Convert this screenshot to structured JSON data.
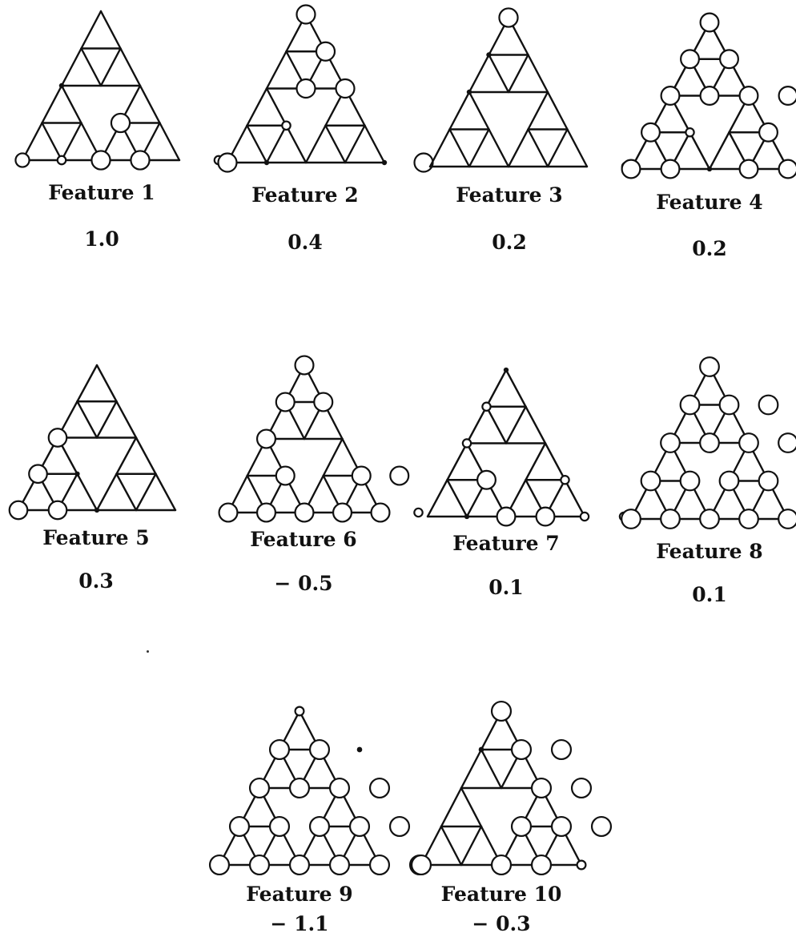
{
  "figure": {
    "features": [
      {
        "label": "Feature 1",
        "value": "1.0",
        "circles": {
          "4.0": "l",
          "4.1": "s",
          "4.2": "L",
          "4.3": "L",
          "4.5": "s",
          "3.2": "L",
          "2.0": "d"
        }
      },
      {
        "label": "Feature 2",
        "value": "0.4",
        "circles": {
          "4.0": "L",
          "4.1": "d",
          "4.4": "d",
          "4.5": "L",
          "3.1": "s",
          "2.1": "L",
          "2.2": "L",
          "1.1": "L",
          "0.0": "L"
        }
      },
      {
        "label": "Feature 3",
        "value": "0.2",
        "circles": {
          "0.0": "L",
          "1.0": "d",
          "2.0": "d",
          "4.5": "s"
        }
      },
      {
        "label": "Feature 4",
        "value": "0.2",
        "circles": {
          "4.0": "L",
          "4.1": "L",
          "4.2": "d",
          "4.3": "L",
          "4.4": "L",
          "4.5": "L",
          "3.0": "L",
          "3.1": "s",
          "3.3": "L",
          "3.4": "L",
          "2.0": "L",
          "2.1": "L",
          "2.2": "L",
          "2.3": "L",
          "1.0": "L",
          "1.1": "L",
          "0.0": "L"
        }
      },
      {
        "label": "Feature 5",
        "value": "0.3",
        "circles": {
          "4.0": "L",
          "4.1": "L",
          "4.2": "d",
          "3.0": "L",
          "3.1": "d",
          "2.0": "L"
        }
      },
      {
        "label": "Feature 6",
        "value": "− 0.5",
        "circles": {
          "4.0": "L",
          "4.1": "L",
          "4.2": "L",
          "4.3": "L",
          "4.4": "L",
          "4.5": "s",
          "3.1": "L",
          "3.3": "L",
          "3.4": "L",
          "2.0": "L",
          "1.0": "L",
          "1.1": "L",
          "0.0": "L"
        }
      },
      {
        "label": "Feature 7",
        "value": "0.1",
        "circles": {
          "4.1": "d",
          "4.2": "L",
          "4.3": "L",
          "4.4": "s",
          "4.5": "s",
          "3.1": "L",
          "3.3": "s",
          "2.0": "s",
          "1.0": "s",
          "0.0": "d"
        }
      },
      {
        "label": "Feature 8",
        "value": "0.1",
        "circles": {
          "4.0": "L",
          "4.1": "L",
          "4.2": "L",
          "4.3": "L",
          "4.4": "L",
          "4.5": "L",
          "3.0": "L",
          "3.1": "L",
          "3.2": "L",
          "3.3": "L",
          "3.4": "L",
          "2.0": "L",
          "2.1": "L",
          "2.2": "L",
          "2.3": "L",
          "1.0": "L",
          "1.1": "L",
          "1.2": "L",
          "0.0": "L"
        }
      },
      {
        "label": "Feature 9",
        "value": "− 1.1",
        "circles": {
          "4.0": "L",
          "4.1": "L",
          "4.2": "L",
          "4.3": "L",
          "4.4": "L",
          "4.5": "L",
          "3.0": "L",
          "3.1": "L",
          "3.2": "L",
          "3.3": "L",
          "3.4": "L",
          "2.0": "L",
          "2.1": "L",
          "2.2": "L",
          "2.3": "L",
          "1.0": "L",
          "1.1": "L",
          "1.2": "d",
          "0.0": "s"
        }
      },
      {
        "label": "Feature 10",
        "value": "− 0.3",
        "circles": {
          "4.0": "L",
          "4.2": "L",
          "4.3": "L",
          "4.4": "s",
          "3.2": "L",
          "3.3": "L",
          "3.4": "L",
          "2.2": "L",
          "2.3": "L",
          "1.0": "d",
          "1.1": "L",
          "1.2": "L",
          "0.0": "L"
        }
      }
    ]
  }
}
